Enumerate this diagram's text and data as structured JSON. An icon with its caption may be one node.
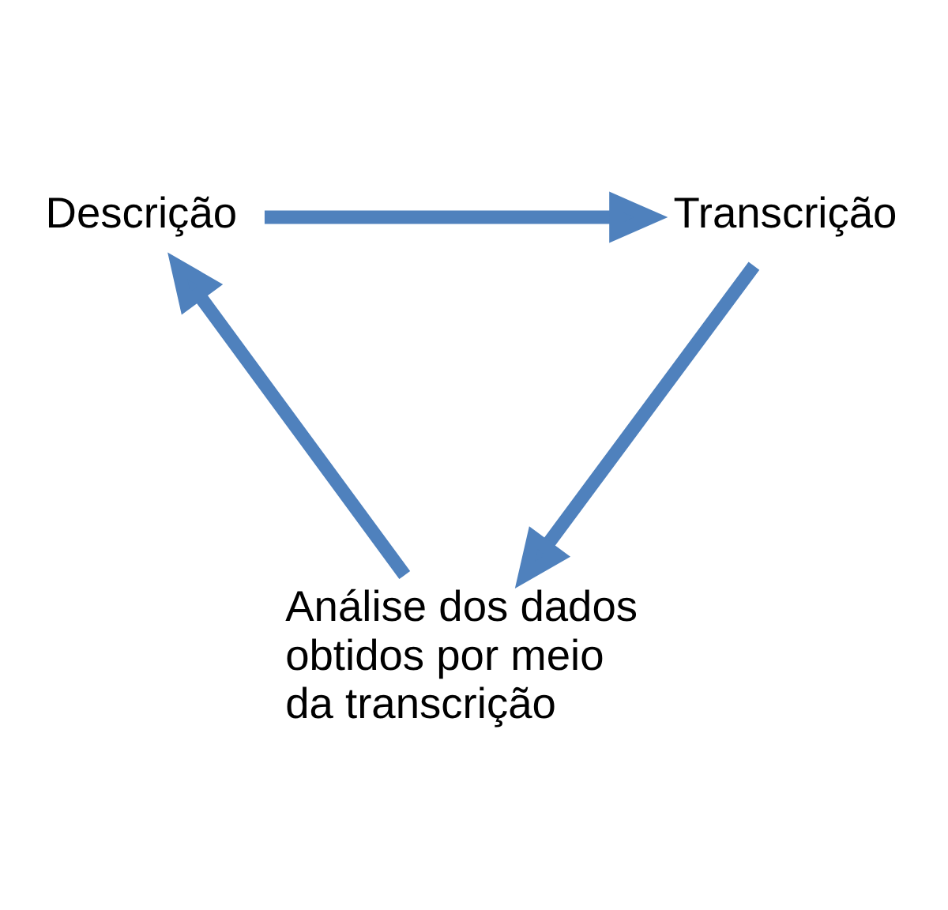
{
  "diagram": {
    "nodes": [
      {
        "text": [
          "Descrição"
        ]
      },
      {
        "text": [
          "Transcrição"
        ]
      },
      {
        "text": [
          "Análise dos dados obtidos por meio da transcrição"
        ]
      }
    ],
    "edges": [
      {
        "from": 0,
        "to": 1,
        "arrow": "to"
      },
      {
        "from": 1,
        "to": 2,
        "arrow": "to"
      },
      {
        "from": 2,
        "to": 0,
        "arrow": "to"
      }
    ]
  }
}
